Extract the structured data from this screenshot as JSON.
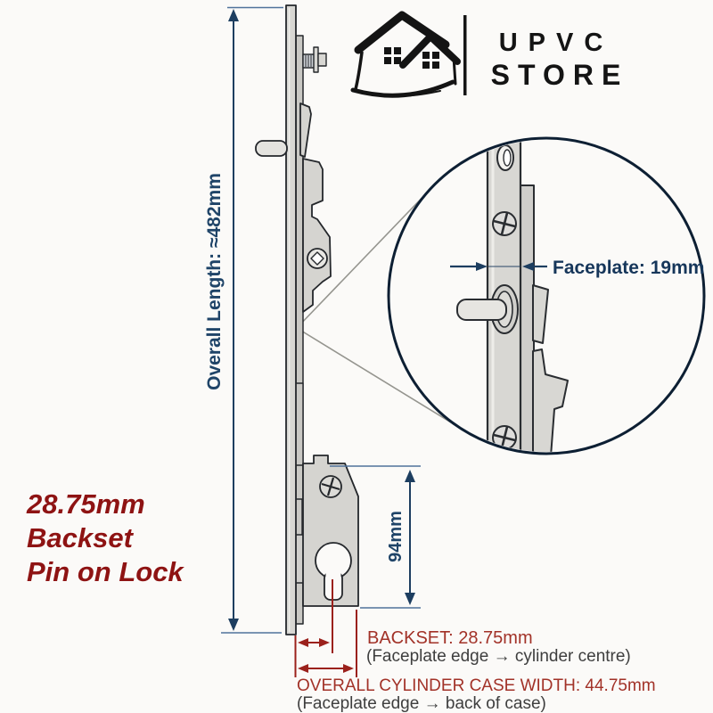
{
  "brand": {
    "line1": "UPVC",
    "line2": "STORE",
    "icon": "twin-houses-icon"
  },
  "dimensions": {
    "overall_length": "Overall Length: ≈482mm",
    "faceplate_width": "Faceplate: 19mm",
    "case_height": "94mm",
    "backset": {
      "title": "BACKSET: 28.75mm",
      "subtitle": "(Faceplate edge → cylinder centre)"
    },
    "case_width": {
      "title": "OVERALL CYLINDER CASE WIDTH: 44.75mm",
      "subtitle": "(Faceplate edge → back of case)"
    }
  },
  "callout": {
    "line1": "28.75mm",
    "line2": "Backset",
    "line3": "Pin on Lock"
  },
  "colors": {
    "background": "#fbfaf8",
    "dimension_blue": "#1d3e60",
    "extension_blue": "#4f729b",
    "annotation_red": "#9b211c",
    "annotation_red_text": "#a23228",
    "callout_red": "#8e1313",
    "subtext_gray": "#3e3e3e",
    "metal_fill": "#d8d7d3",
    "metal_dark": "#c9c8c4",
    "outline_dark": "#24272b",
    "logo_black": "#141414",
    "leader_gray": "#95958f"
  }
}
